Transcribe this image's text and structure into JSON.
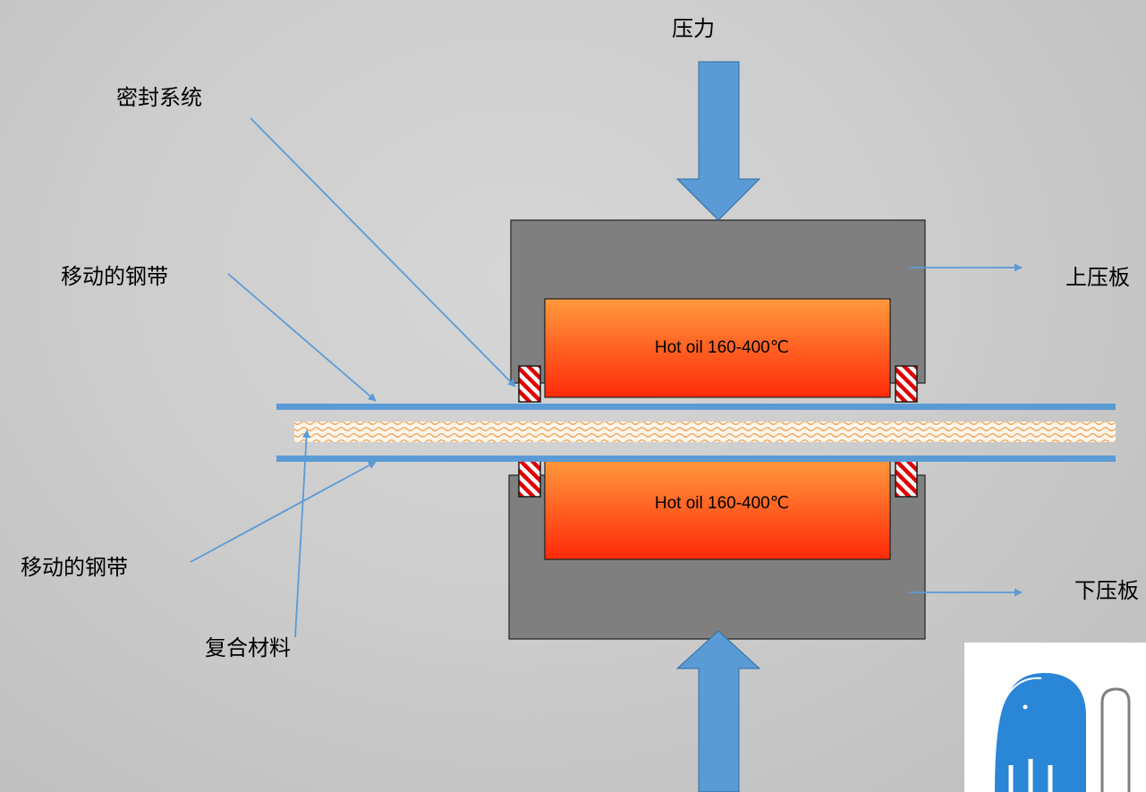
{
  "labels": {
    "pressure": "压力",
    "sealing_system": "密封系统",
    "moving_belt_top": "移动的钢带",
    "moving_belt_bottom": "移动的钢带",
    "composite": "复合材料",
    "upper_platen": "上压板",
    "lower_platen": "下压板",
    "hot_oil_top": "Hot oil 160-400℃",
    "hot_oil_bottom": "Hot oil  160-400℃"
  },
  "colors": {
    "background": "#cdcdcd",
    "platen": "#7f7f7f",
    "arrow": "#5b9bd5",
    "belt": "#5b9bd5",
    "oil_top": "#ff9a3c",
    "oil_bottom": "#ff2a0a",
    "seal_stripe": "#e00000",
    "composite_pattern": "#f0a55a"
  },
  "logo": {
    "icon": "elephant-logo-icon"
  }
}
